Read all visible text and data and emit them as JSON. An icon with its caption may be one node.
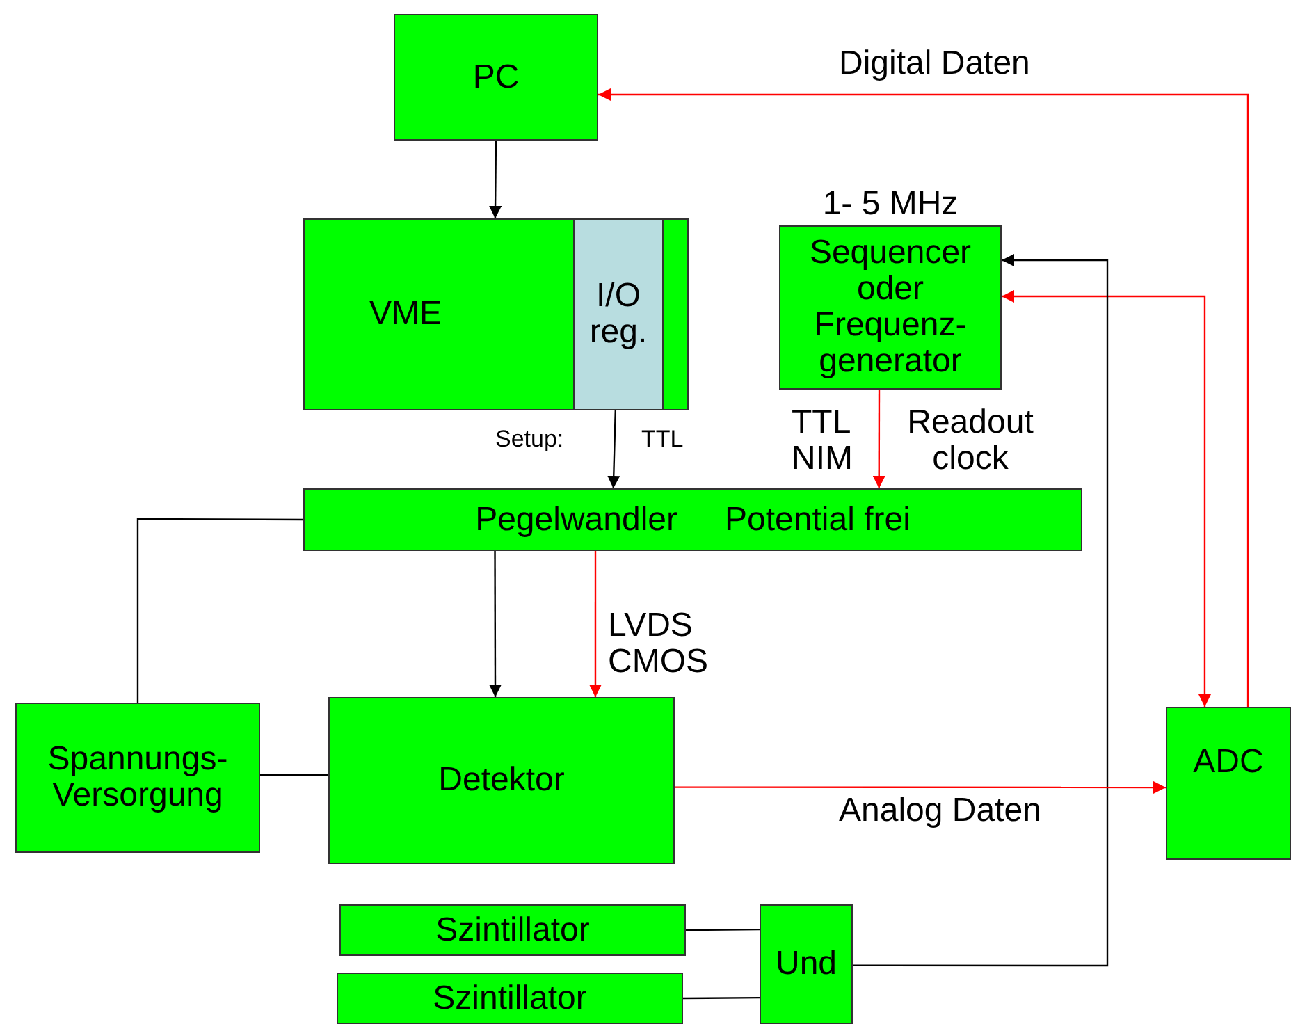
{
  "diagram": {
    "nodes": [
      {
        "text": [
          "PC"
        ]
      },
      {
        "text": [
          "VME"
        ]
      },
      {
        "text": [
          "I/O reg."
        ],
        "in": 1
      },
      {
        "text": [
          "Sequencer oder Frequenz- generator"
        ],
        "beside": [
          "1- 5 MHz"
        ]
      },
      {
        "text": [
          "Pegelwandler",
          "Potential frei"
        ]
      },
      {
        "text": [
          "Spannungs- Versorgung"
        ]
      },
      {
        "text": [
          "Detektor"
        ]
      },
      {
        "text": [
          "ADC"
        ]
      },
      {
        "text": [
          "Szintillator"
        ]
      },
      {
        "text": [
          "Szintillator"
        ]
      },
      {
        "text": [
          "Und"
        ]
      }
    ],
    "edges": [
      {
        "from": 0,
        "to": 1,
        "arrow": "to"
      },
      {
        "from": 7,
        "to": 0,
        "arrow": "to",
        "label": "Digital Daten",
        "color": "#ff0000"
      },
      {
        "from": 3,
        "to": 7,
        "arrow": "both",
        "color": "#ff0000"
      },
      {
        "from": 10,
        "to": 3,
        "arrow": "to"
      },
      {
        "from": 2,
        "to": 4,
        "arrow": "to"
      },
      {
        "from": 3,
        "to": 4,
        "arrow": "to",
        "label": "Readout clock",
        "color": "#ff0000"
      },
      {
        "from": 4,
        "to": 6,
        "arrow": "to"
      },
      {
        "from": 4,
        "to": 6,
        "arrow": "to",
        "color": "#ff0000"
      },
      {
        "from": 5,
        "to": 4,
        "arrow": "none"
      },
      {
        "from": 5,
        "to": 6,
        "arrow": "none"
      },
      {
        "from": 6,
        "to": 7,
        "arrow": "to",
        "label": "Analog Daten",
        "color": "#ff0000"
      },
      {
        "from": 8,
        "to": 10,
        "arrow": "none"
      },
      {
        "from": 9,
        "to": 10,
        "arrow": "none"
      }
    ],
    "labels": [
      "Setup:",
      "TTL",
      "TTL NIM",
      "LVDS CMOS"
    ]
  }
}
